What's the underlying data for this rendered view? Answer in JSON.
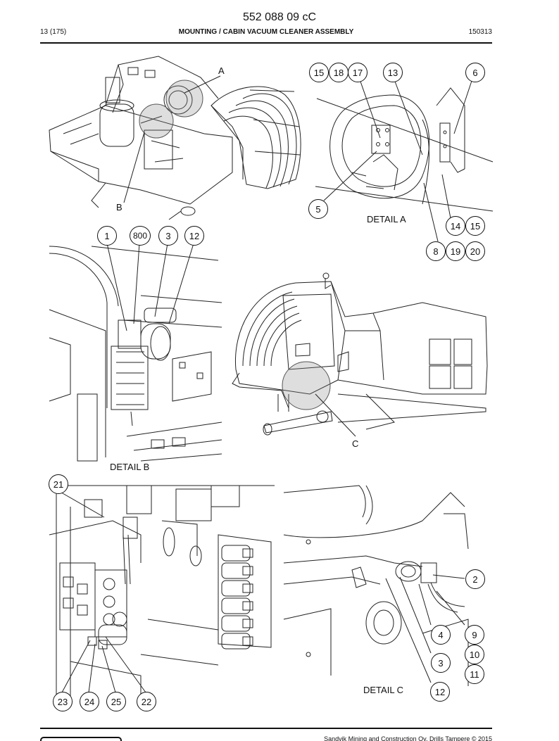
{
  "header": {
    "doc_number": "552 088 09 cC",
    "page": "13 (175)",
    "title": "MOUNTING / CABIN VACUUM CLEANER ASSEMBLY",
    "date_code": "150313"
  },
  "details": {
    "a": "DETAIL A",
    "b": "DETAIL B",
    "c": "DETAIL C"
  },
  "view_letters": {
    "a": "A",
    "b": "B",
    "c": "C"
  },
  "callouts": {
    "a15": "15",
    "a18": "18",
    "a17": "17",
    "a13": "13",
    "a6": "6",
    "a5": "5",
    "a14": "14",
    "a15b": "15",
    "a8": "8",
    "a19": "19",
    "a20": "20",
    "b1": "1",
    "b800": "800",
    "b3": "3",
    "b12": "12",
    "d21": "21",
    "d23": "23",
    "d24": "24",
    "d25": "25",
    "d22": "22",
    "c2": "2",
    "c4": "4",
    "c9": "9",
    "c10": "10",
    "c11": "11",
    "c3": "3",
    "c12": "12"
  },
  "footer": {
    "copyright": "Sandvik Mining and Construction Oy, Drills Tampere © 2015"
  }
}
